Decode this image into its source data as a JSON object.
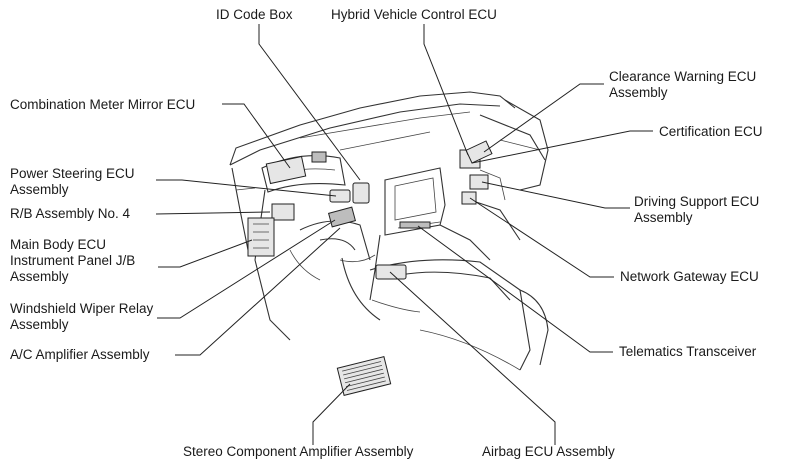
{
  "labels": {
    "id_code_box": "ID Code Box",
    "hybrid_vehicle_control_ecu": "Hybrid Vehicle Control ECU",
    "combination_meter_mirror_ecu": "Combination Meter Mirror ECU",
    "power_steering_ecu": "Power Steering ECU\nAssembly",
    "rb_assembly_no4": "R/B Assembly No. 4",
    "main_body_ecu": "Main Body ECU\nInstrument Panel J/B\nAssembly",
    "windshield_wiper_relay": "Windshield Wiper Relay\nAssembly",
    "ac_amplifier": "A/C Amplifier Assembly",
    "stereo_component_amplifier": "Stereo Component Amplifier Assembly",
    "airbag_ecu": "Airbag ECU Assembly",
    "clearance_warning_ecu": "Clearance Warning ECU\nAssembly",
    "certification_ecu": "Certification ECU",
    "driving_support_ecu": "Driving Support ECU\nAssembly",
    "network_gateway_ecu": "Network Gateway ECU",
    "telematics_transceiver": "Telematics Transceiver"
  },
  "colors": {
    "ink": "#1a1a1a",
    "background": "#ffffff"
  }
}
